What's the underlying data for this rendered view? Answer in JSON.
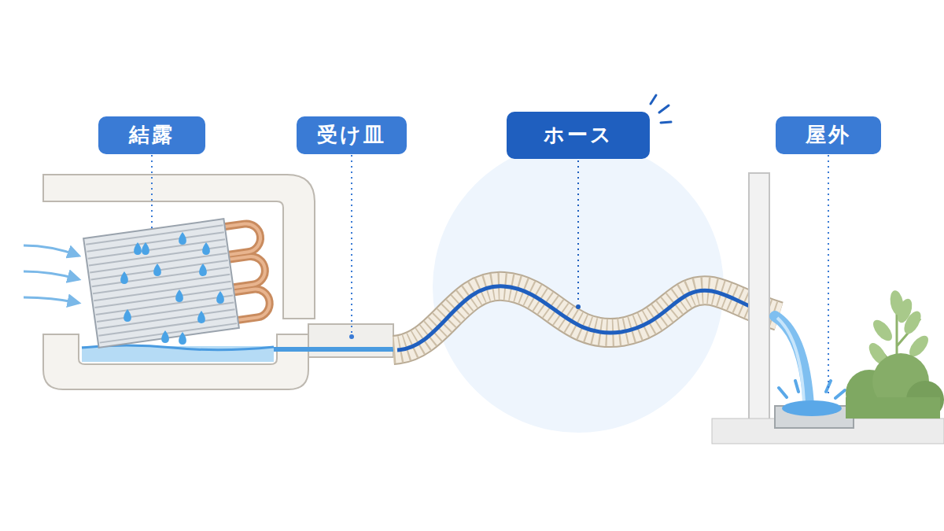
{
  "diagram": {
    "nodes": [
      {
        "text": [
          "結露"
        ]
      },
      {
        "text": [
          "受け皿"
        ]
      },
      {
        "text": [
          "ホース"
        ]
      },
      {
        "text": [
          "屋外"
        ]
      }
    ]
  }
}
